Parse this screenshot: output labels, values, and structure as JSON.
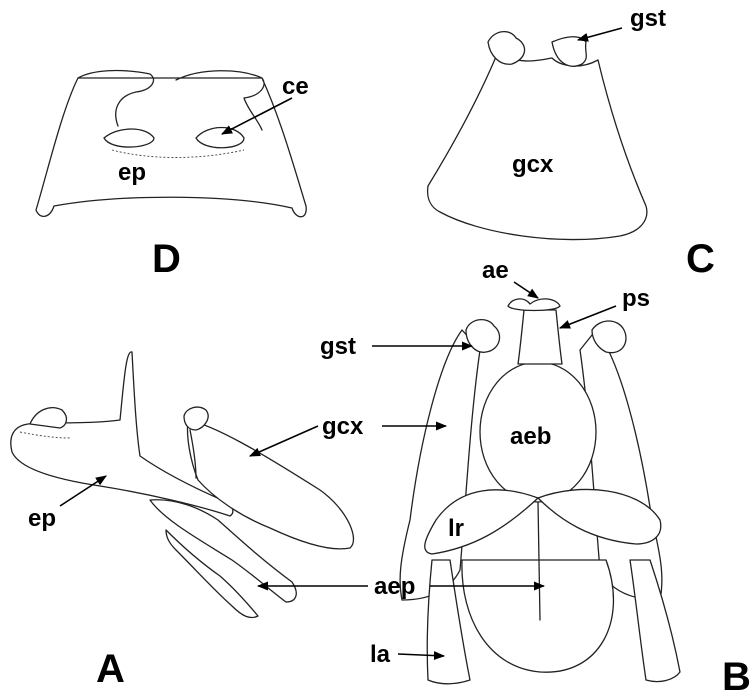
{
  "panels": {
    "A": "A",
    "B": "B",
    "C": "C",
    "D": "D"
  },
  "labels": {
    "ce": "ce",
    "ep_d": "ep",
    "gst_c": "gst",
    "gcx_c": "gcx",
    "ae": "ae",
    "ps": "ps",
    "gst_b": "gst",
    "gcx_b": "gcx",
    "aeb": "aeb",
    "lr": "lr",
    "aep": "aep",
    "la": "la",
    "ep_a": "ep"
  }
}
